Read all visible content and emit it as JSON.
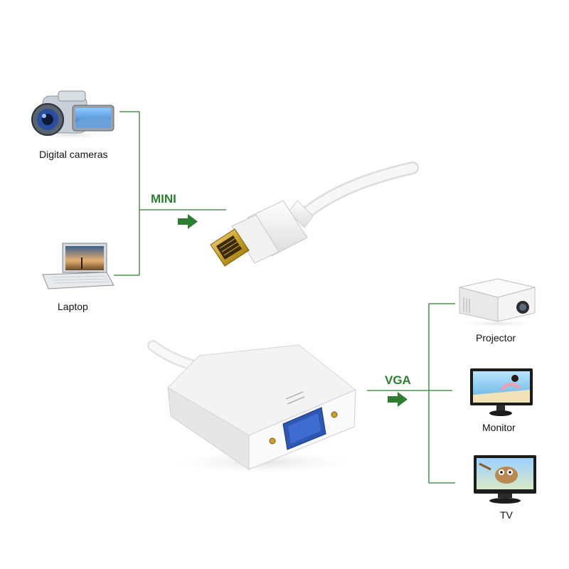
{
  "colors": {
    "line": "#2e7d32",
    "connector_text": "#2e7d32",
    "arrow": "#2e7d32",
    "label_text": "#111111",
    "cable": "#f4f4f4",
    "plug_gold": "#c9a227",
    "vga_port": "#2f56b0"
  },
  "inputs": {
    "connector_label": "MINI",
    "devices": [
      {
        "label": "Digital cameras",
        "icon": "camcorder-icon"
      },
      {
        "label": "Laptop",
        "icon": "laptop-icon"
      }
    ]
  },
  "outputs": {
    "connector_label": "VGA",
    "devices": [
      {
        "label": "Projector",
        "icon": "projector-icon"
      },
      {
        "label": "Monitor",
        "icon": "monitor-icon"
      },
      {
        "label": "TV",
        "icon": "tv-icon"
      }
    ]
  }
}
